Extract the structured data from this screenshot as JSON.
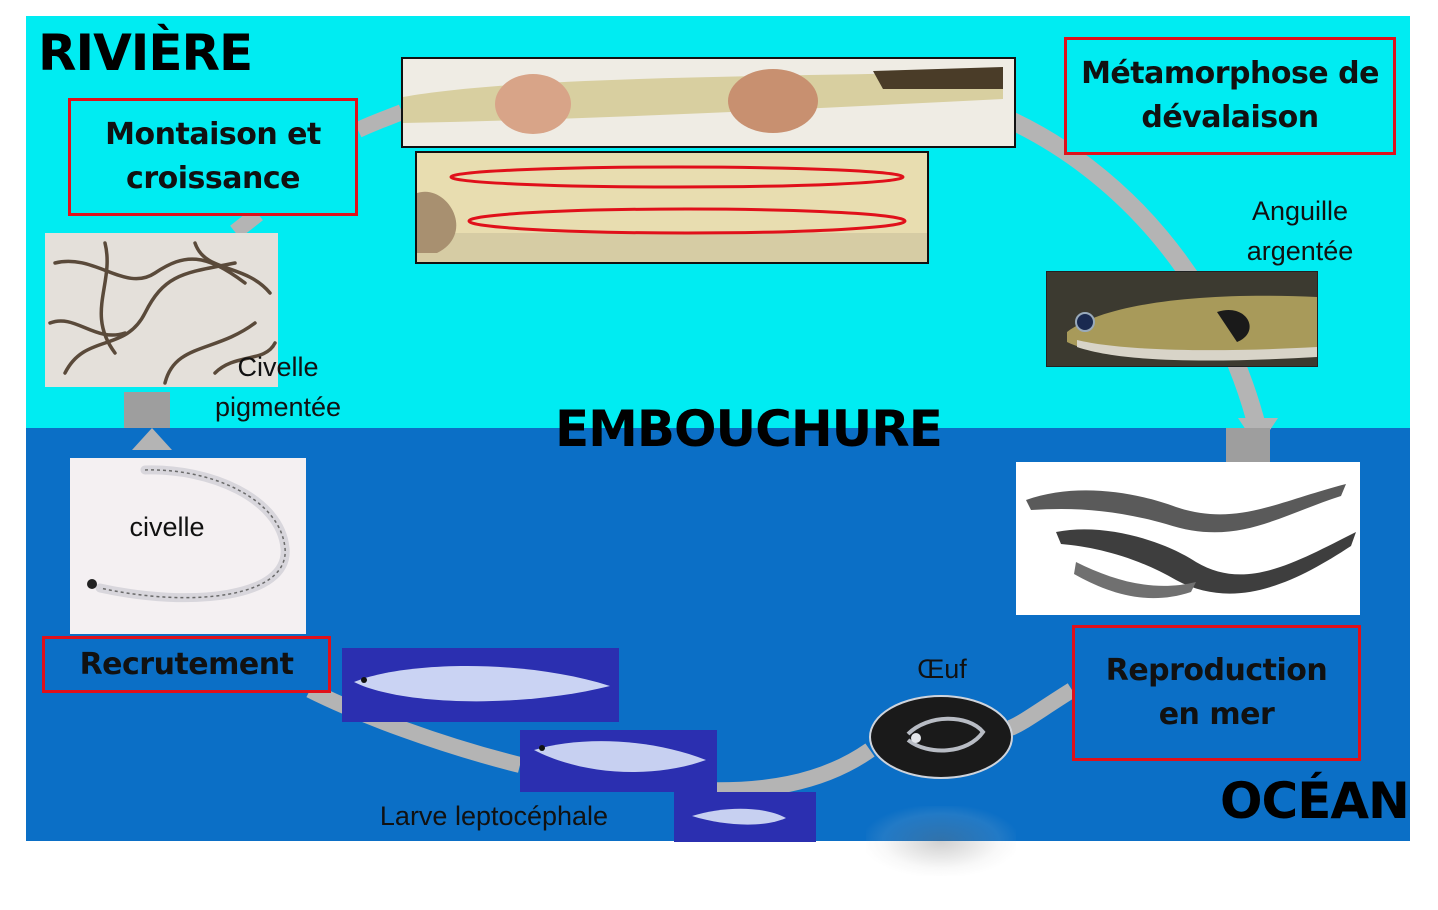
{
  "zones": {
    "river": "RIVIÈRE",
    "mouth": "EMBOUCHURE",
    "ocean": "OCÉAN"
  },
  "stages": {
    "montaison": "Montaison et\ncroissance",
    "metamorphose": "Métamorphose de\ndévalaison",
    "recrutement": "Recrutement",
    "reproduction": "Reproduction\nen mer"
  },
  "captions": {
    "civelle_pigmentee": "Civelle\npigmentée",
    "anguille_argentee": "Anguille\nargentée",
    "civelle": "civelle",
    "oeuf": "Œuf",
    "larve": "Larve leptocéphale"
  },
  "colors": {
    "river": "#00ecf2",
    "ocean": "#0b6fc6",
    "box_border": "#e0101a",
    "cycle_arrow": "#b4b4b4"
  }
}
